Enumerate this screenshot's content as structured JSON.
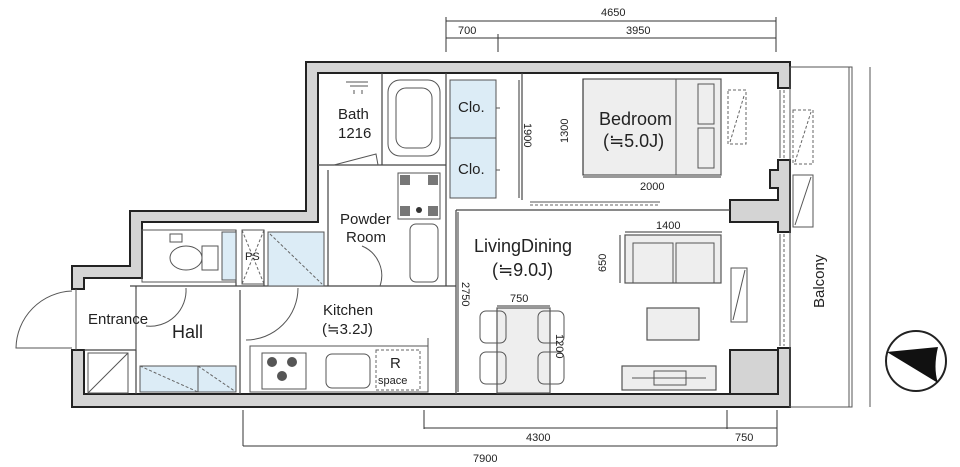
{
  "rooms": {
    "bath": {
      "name": "Bath",
      "size": "1216"
    },
    "closet_top": "Clo.",
    "closet_bottom": "Clo.",
    "bedroom": {
      "name": "Bedroom",
      "area": "(≒5.0J)"
    },
    "powder": {
      "line1": "Powder",
      "line2": "Room"
    },
    "living": {
      "name": "LivingDining",
      "area": "(≒9.0J)"
    },
    "kitchen": {
      "name": "Kitchen",
      "area": "(≒3.2J)"
    },
    "entrance": "Entrance",
    "hall": "Hall",
    "ps": "PS",
    "fridge": {
      "line1": "R",
      "line2": "space"
    },
    "balcony": "Balcony"
  },
  "dimensions": {
    "top_total": "4650",
    "top_left": "700",
    "top_right": "3950",
    "closet_height": "1900",
    "bed_height": "1300",
    "bed_width": "2000",
    "sofa_width": "1400",
    "sofa_depth": "650",
    "living_depth": "2750",
    "table_width": "750",
    "table_length": "1200",
    "bottom_mid": "4300",
    "bottom_right": "750",
    "bottom_total": "7900"
  },
  "compass": {
    "icon": "north-arrow-icon"
  }
}
